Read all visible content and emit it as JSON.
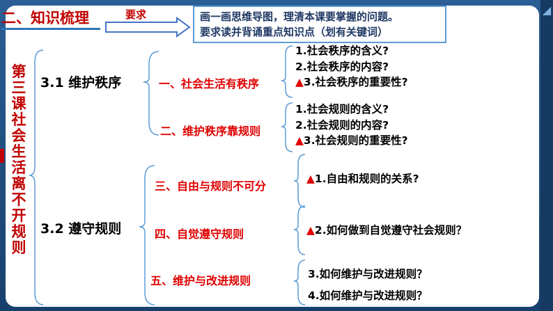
{
  "header": {
    "title": "二、知识梳理",
    "requirement_label": "要求",
    "requirement_lines": [
      "画一画思维导图，理清本课要掌握的问题。",
      "要求读并背诵重点知识点（划有关键词）"
    ]
  },
  "lesson_title": "第三课社会生活离不开规则",
  "sections": [
    {
      "label": "3.1  维护秩序",
      "topics": [
        {
          "label": "一、社会生活有秩序",
          "questions": [
            {
              "marker": "",
              "text": "1.社会秩序的含义?"
            },
            {
              "marker": "",
              "text": "2.社会秩序的内容?"
            },
            {
              "marker": "▲",
              "text": "3.社会秩序的重要性?"
            }
          ]
        },
        {
          "label": "二、维护秩序靠规则",
          "questions": [
            {
              "marker": "",
              "text": "1.社会规则的含义?"
            },
            {
              "marker": "",
              "text": "2.社会规则的内容?"
            },
            {
              "marker": "▲",
              "text": "3.社会规则的重要性?"
            }
          ]
        }
      ]
    },
    {
      "label": "3.2  遵守规则",
      "topics": [
        {
          "label": "三、自由与规则不可分",
          "questions": [
            {
              "marker": "▲",
              "text": "1.自由和规则的关系?"
            }
          ]
        },
        {
          "label": "四、自觉遵守规则",
          "questions": [
            {
              "marker": "▲",
              "text": "2.如何做到自觉遵守社会规则？"
            }
          ]
        },
        {
          "label": "五、维护与改进规则",
          "questions": [
            {
              "marker": "",
              "text": "3.如何维护与改进规则？"
            },
            {
              "marker": "",
              "text": "4.如何维护与改进规则？"
            }
          ]
        }
      ]
    }
  ],
  "colors": {
    "accent_red": "#c00000",
    "topic_red": "#e00000",
    "frame_blue": "#1c4b7e",
    "box_border": "#5b9bd5",
    "bracket": "#5b9bd5"
  }
}
